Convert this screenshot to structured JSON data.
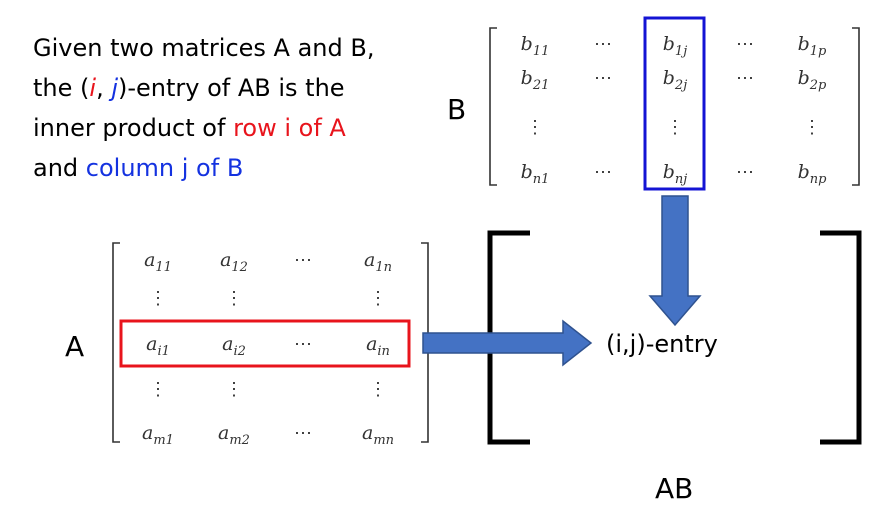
{
  "caption": {
    "line1": "Given two matrices A and B,",
    "line2_pre": "the (",
    "line2_i": "i",
    "line2_comma": ", ",
    "line2_j": "j",
    "line2_post": ")-entry of AB is the",
    "line3_pre": "inner product of ",
    "line3_row": "row i of A",
    "line4_pre": "and ",
    "line4_col": "column j of B"
  },
  "labels": {
    "A": "A",
    "B": "B",
    "AB": "AB",
    "entry": "(i,j)-entry"
  },
  "matrix_B": {
    "rows": [
      [
        [
          "b",
          "11"
        ],
        "⋯",
        [
          "b",
          "1j"
        ],
        "⋯",
        [
          "b",
          "1p"
        ]
      ],
      [
        [
          "b",
          "21"
        ],
        "⋯",
        [
          "b",
          "2j"
        ],
        "⋯",
        [
          "b",
          "2p"
        ]
      ],
      [
        "⋮",
        "",
        "⋮",
        "",
        "⋮"
      ],
      [
        [
          "b",
          "n1"
        ],
        "⋯",
        [
          "b",
          "nj"
        ],
        "⋯",
        [
          "b",
          "np"
        ]
      ]
    ]
  },
  "matrix_A": {
    "rows": [
      [
        [
          "a",
          "11"
        ],
        [
          "a",
          "12"
        ],
        "⋯",
        [
          "a",
          "1n"
        ]
      ],
      [
        "⋮",
        "⋮",
        "",
        "⋮"
      ],
      [
        [
          "a",
          "i1"
        ],
        [
          "a",
          "i2"
        ],
        "⋯",
        [
          "a",
          "in"
        ]
      ],
      [
        "⋮",
        "⋮",
        "",
        "⋮"
      ],
      [
        [
          "a",
          "m1"
        ],
        [
          "a",
          "m2"
        ],
        "⋯",
        [
          "a",
          "mn"
        ]
      ]
    ]
  },
  "colors": {
    "highlight_red": "#e8141c",
    "highlight_blue": "#1414d4",
    "text_red": "#e8141c",
    "text_blue": "#1432e0",
    "arrow": "#4472c4",
    "arrow_edge": "#2f528f"
  }
}
